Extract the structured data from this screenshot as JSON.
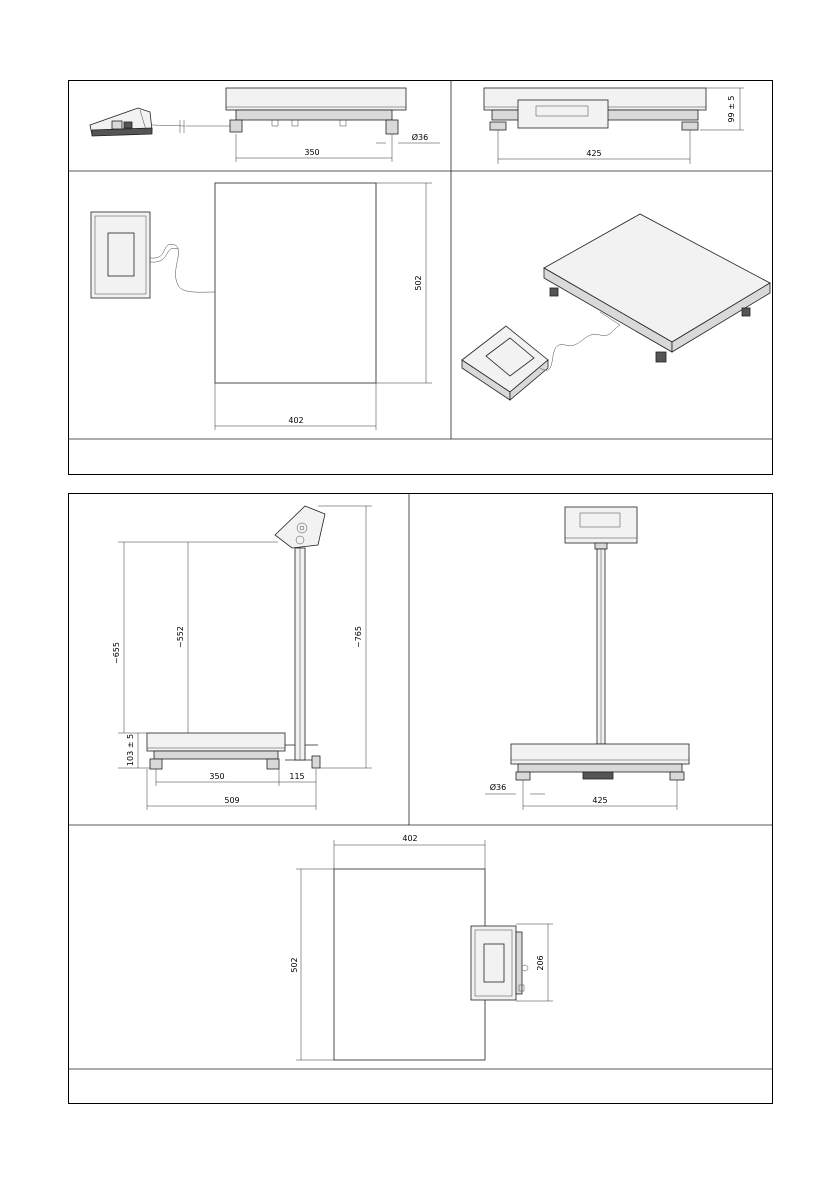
{
  "figure1": {
    "side_view": {
      "width": "350",
      "foot_diameter": "Ø36"
    },
    "front_view": {
      "width": "425",
      "height": "99 ± 5"
    },
    "top_view": {
      "depth": "502",
      "width": "402"
    },
    "caption": ""
  },
  "figure2": {
    "side_view": {
      "overall_height": "~765",
      "column_height": "~655",
      "display_height": "~552",
      "platform_height": "103 ± 5",
      "length_a": "350",
      "length_b": "115",
      "length_total": "509"
    },
    "front_view": {
      "width": "425",
      "foot_diameter": "Ø36"
    },
    "top_view": {
      "width": "402",
      "depth": "502",
      "terminal_width": "206"
    },
    "caption": ""
  }
}
